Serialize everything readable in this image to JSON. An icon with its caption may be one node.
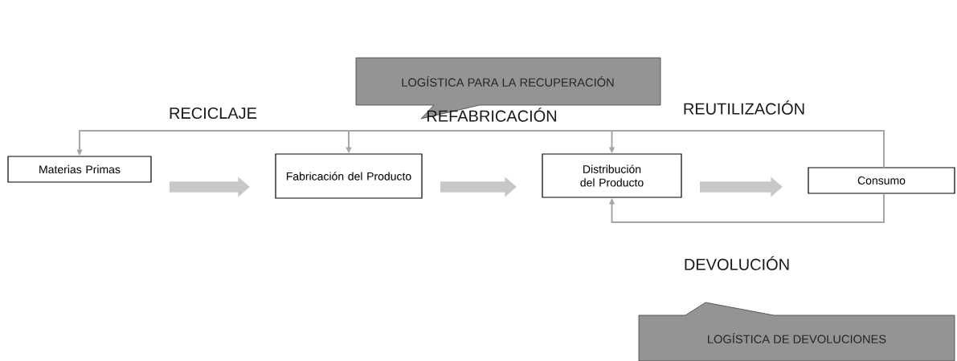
{
  "diagram": {
    "nodes": [
      {
        "text": [
          "Materias Primas"
        ]
      },
      {
        "text": [
          "Fabricación del Producto"
        ]
      },
      {
        "text": [
          "Distribución del Producto"
        ]
      },
      {
        "text": [
          "Consumo"
        ]
      },
      {
        "text": [
          "LOGÍSTICA PARA LA RECUPERACIÓN"
        ]
      },
      {
        "text": [
          "LOGÍSTICA DE DEVOLUCIONES"
        ]
      }
    ],
    "edges": [
      {
        "from": 0,
        "to": 1,
        "arrow": "to",
        "style": "thick",
        "color": "#c8c8c8"
      },
      {
        "from": 1,
        "to": 2,
        "arrow": "to",
        "style": "thick",
        "color": "#c8c8c8"
      },
      {
        "from": 2,
        "to": 3,
        "arrow": "to",
        "style": "thick",
        "color": "#c8c8c8"
      },
      {
        "from": 3,
        "to": 0,
        "arrow": "to",
        "label": "RECICLAJE"
      },
      {
        "from": 3,
        "to": 1,
        "arrow": "to",
        "label": "REFABRICACIÓN"
      },
      {
        "from": 3,
        "to": 2,
        "arrow": "to",
        "label": "REUTILIZACIÓN"
      },
      {
        "from": 3,
        "to": 2,
        "arrow": "to",
        "label": "DEVOLUCIÓN"
      }
    ]
  }
}
